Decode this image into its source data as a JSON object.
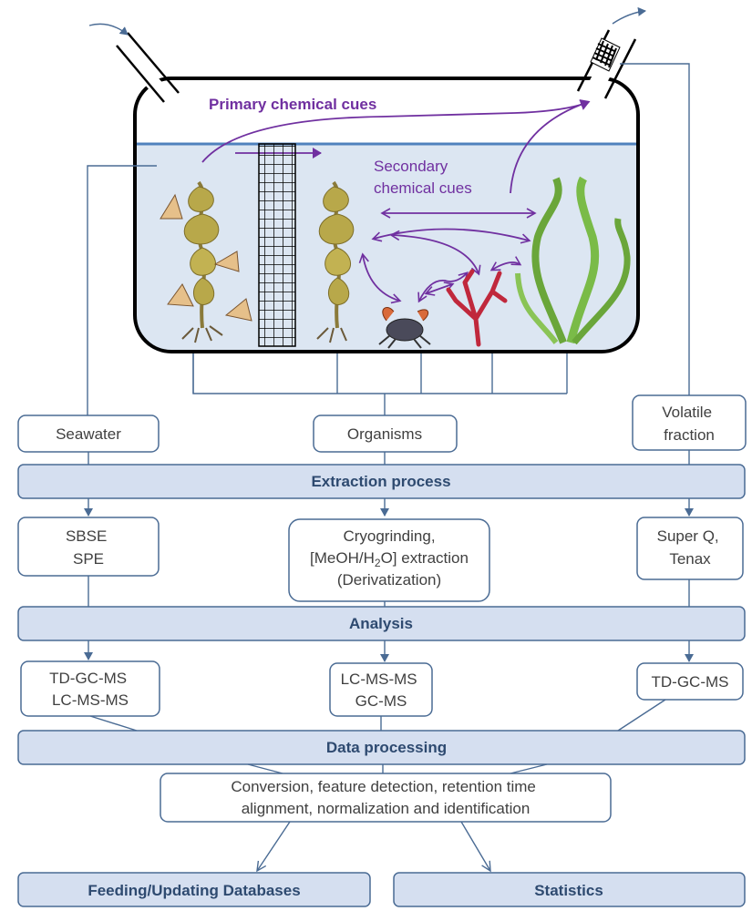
{
  "tank": {
    "primary_cues": "Primary chemical cues",
    "secondary_cues_line1": "Secondary",
    "secondary_cues_line2": "chemical cues"
  },
  "sources": {
    "seawater": "Seawater",
    "organisms": "Organisms",
    "volatile_line1": "Volatile",
    "volatile_line2": "fraction"
  },
  "stages": {
    "extraction": "Extraction process",
    "analysis": "Analysis",
    "data_processing": "Data processing",
    "databases": "Feeding/Updating Databases",
    "statistics": "Statistics"
  },
  "extraction_methods": {
    "seawater_line1": "SBSE",
    "seawater_line2": "SPE",
    "organisms_line1": "Cryogrinding,",
    "organisms_line2_pre": "[MeOH/H",
    "organisms_line2_sub": "2",
    "organisms_line2_post": "O] extraction",
    "organisms_line3": "(Derivatization)",
    "volatile_line1": "Super Q,",
    "volatile_line2": "Tenax"
  },
  "analysis_methods": {
    "seawater_line1": "TD-GC-MS",
    "seawater_line2": "LC-MS-MS",
    "organisms_line1": "LC-MS-MS",
    "organisms_line2": "GC-MS",
    "volatile_line1": "TD-GC-MS"
  },
  "processing_steps": {
    "line1": "Conversion, feature detection, retention time",
    "line2": "alignment, normalization and identification"
  },
  "colors": {
    "purple": "#7030a0",
    "box_stroke": "#4a6b94",
    "bar_fill": "#d5dff0",
    "water": "#dce6f2",
    "water_line": "#4f81bd"
  }
}
